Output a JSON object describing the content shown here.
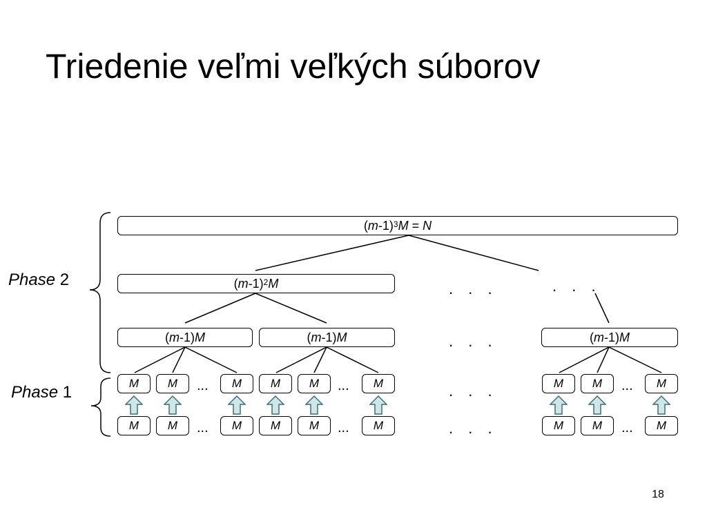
{
  "title": "Triedenie veľmi veľkých súborov",
  "slide_number": "18",
  "phase2": {
    "italic": "Phase",
    "num": "2"
  },
  "phase1": {
    "italic": "Phase",
    "num": "1"
  },
  "labels": {
    "m": "m",
    "minus1": "-1)",
    "open": "(",
    "M": "M",
    "exp3": "3",
    "exp2": "2",
    "eqN": " = ",
    "N": "N"
  },
  "ellipsis_small": "...",
  "dots": ". . .",
  "colors": {
    "arrow_fill": "#cfe6e6",
    "arrow_stroke": "#3c6e78"
  }
}
